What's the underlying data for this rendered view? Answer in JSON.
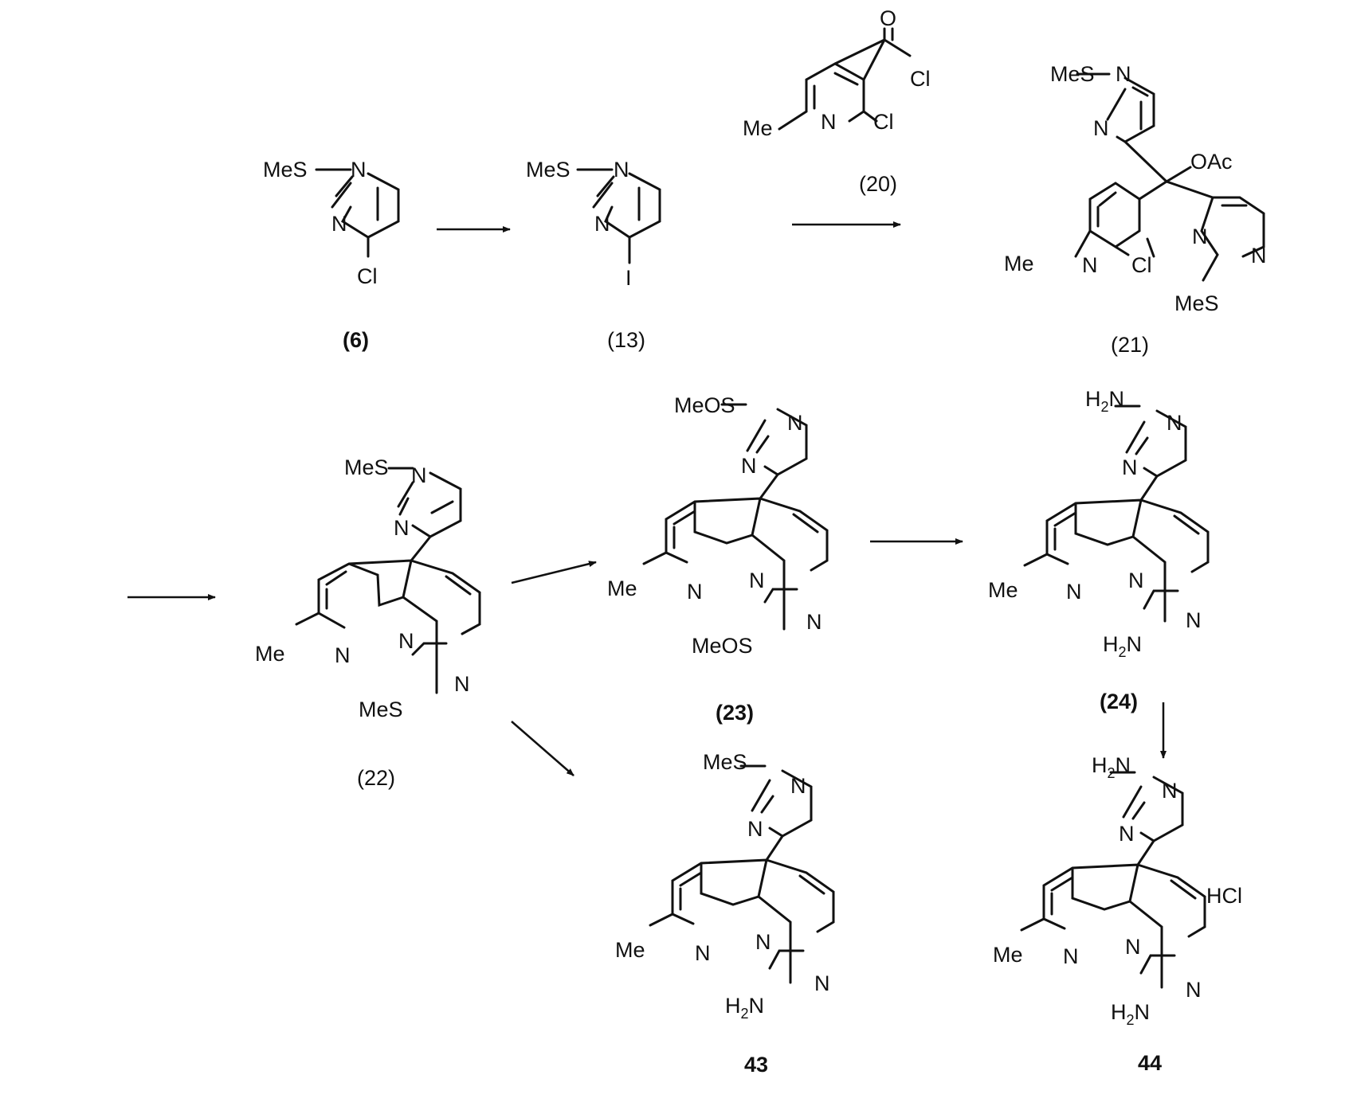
{
  "compounds": {
    "c6": {
      "label": "(6)"
    },
    "c13": {
      "label": "(13)"
    },
    "c20": {
      "label": "(20)"
    },
    "c21": {
      "label": "(21)"
    },
    "c22": {
      "label": "(22)"
    },
    "c23": {
      "label": "(23)"
    },
    "c24": {
      "label": "(24)"
    },
    "c43": {
      "label": "43"
    },
    "c44": {
      "label": "44"
    }
  },
  "atoms": {
    "MeS": "MeS",
    "MeOS": "MeOS",
    "N": "N",
    "Cl": "Cl",
    "I": "I",
    "O": "O",
    "Me": "Me",
    "OAc": "OAc",
    "H2N_H": "H",
    "H2N_2": "2",
    "H2N_N": "N",
    "HCl": "HCl"
  }
}
